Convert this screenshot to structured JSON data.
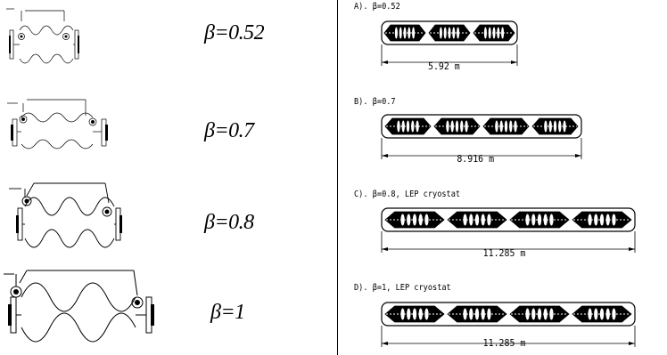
{
  "left_panel": {
    "cavities": [
      {
        "beta_label": "β=0.52"
      },
      {
        "beta_label": "β=0.7"
      },
      {
        "beta_label": "β=0.8"
      },
      {
        "beta_label": "β=1"
      }
    ]
  },
  "right_panel": {
    "cryomodules": [
      {
        "title": "A). β=0.52",
        "length": "5.92  m",
        "cavity_count": 3
      },
      {
        "title": "B). β=0.7",
        "length": "8.916  m",
        "cavity_count": 4
      },
      {
        "title": "C). β=0.8, LEP cryostat",
        "length": "11.285  m",
        "cavity_count": 4
      },
      {
        "title": "D). β=1, LEP cryostat",
        "length": "11.285  m",
        "cavity_count": 4
      }
    ]
  },
  "colors": {
    "line": "#000000",
    "fill": "#000000",
    "background": "#ffffff"
  }
}
